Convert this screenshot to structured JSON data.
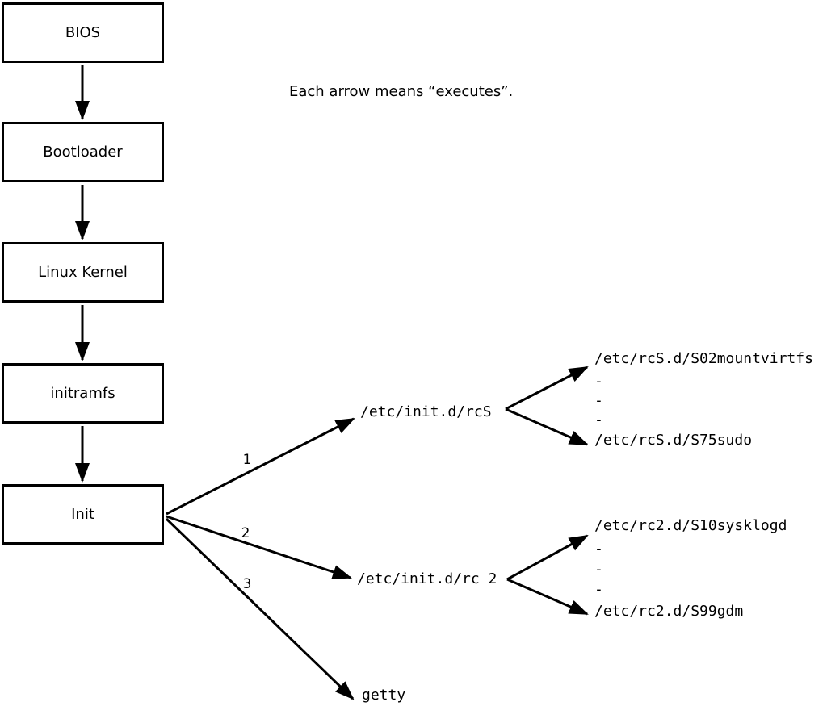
{
  "note": "Each arrow means “executes”.",
  "colors": {
    "line": "#000000",
    "background": "#ffffff"
  },
  "chain": {
    "bios": "BIOS",
    "bootloader": "Bootloader",
    "kernel": "Linux Kernel",
    "initramfs": "initramfs",
    "init": "Init"
  },
  "fanout": {
    "labels": {
      "one": "1",
      "two": "2",
      "three": "3"
    },
    "targets": {
      "rcS": "/etc/init.d/rcS",
      "rc2": "/etc/init.d/rc 2",
      "getty": "getty"
    }
  },
  "rcS_fork": {
    "top": "/etc/rcS.d/S02mountvirtfs",
    "dashes": [
      "-",
      "-",
      "-"
    ],
    "bottom": "/etc/rcS.d/S75sudo"
  },
  "rc2_fork": {
    "top": "/etc/rc2.d/S10sysklogd",
    "dashes": [
      "-",
      "-",
      "-"
    ],
    "bottom": "/etc/rc2.d/S99gdm"
  }
}
